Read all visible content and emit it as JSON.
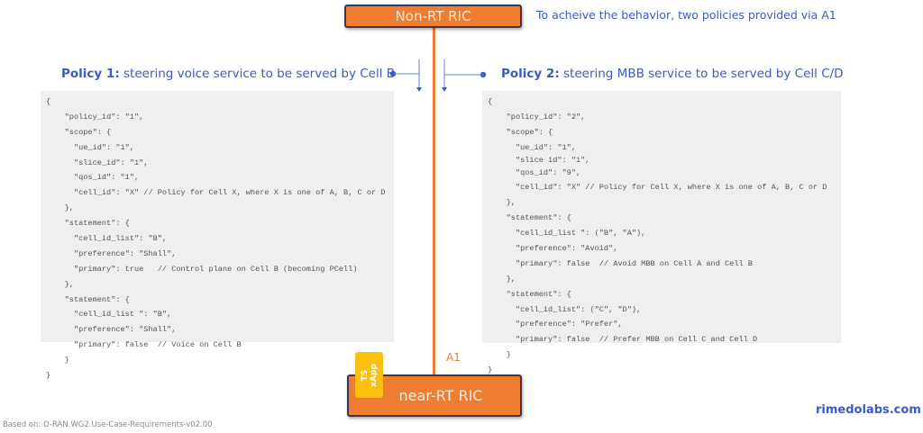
{
  "nodes": {
    "non_rt_ric": "Non-RT RIC",
    "near_rt_ric": "near-RT RIC",
    "xapp": {
      "line1": "TS",
      "line2": "xApp"
    },
    "interface_label": "A1"
  },
  "header_note": "To acheive the behavior, two policies provided via A1",
  "policies": [
    {
      "title_bold": "Policy 1:",
      "title_rest": " steering voice service to be served by Cell B",
      "code_lines": [
        "{",
        "    \"policy_id\": \"1\",",
        "    \"scope\": {",
        "      \"ue_id\": \"1\",",
        "      \"slice_id\": \"1\",",
        "      \"qos_id\": \"1\",",
        "      \"cell_id\": \"X\" // Policy for Cell X, where X is one of A, B, C or D",
        "    },",
        "    \"statement\": {",
        "      \"cell_id_list\": \"B\",",
        "      \"preference\": \"Shall\",",
        "      \"primary\": true   // Control plane on Cell B (becoming PCell)",
        "    },",
        "    \"statement\": {",
        "      \"cell_id_list \": \"B\",",
        "      \"preference\": \"Shall\",",
        "      \"primary\": false  // Voice on Cell B",
        "    }",
        "}"
      ]
    },
    {
      "title_bold": "Policy 2:",
      "title_rest": " steering MBB service to be served by Cell C/D",
      "code_lines": [
        "{",
        "    \"policy_id\": \"2\",",
        "    \"scope\": {",
        "      \"ue_id\": \"1\",",
        "      \"slice id\": \"1\",",
        "      \"qos_id\": \"9\",",
        "      \"cell_id\": \"X\" // Policy for Cell X, where X is one of A, B, C or D",
        "    },",
        "    \"statement\": {",
        "      \"cell_id_list \": (\"B\", \"A\"),",
        "      \"preference\": \"Avoid\",",
        "      \"primary\": false  // Avoid MBB on Cell A and Cell B",
        "    },",
        "    \"statement\": {",
        "      \"cell_id_list\": (\"C\", \"D\"),",
        "      \"preference\": \"Prefer\",",
        "      \"primary\": false  // Prefer MBB on Cell C and Cell D",
        "    }",
        "}"
      ]
    }
  ],
  "footer": {
    "source": "Based on: O-RAN.WG2.Use-Case-Requirements-v02.00",
    "brand": "rimedolabs.com"
  },
  "colors": {
    "ric_orange": "#ee7d31",
    "xapp_yellow": "#fbbf0f",
    "accent_blue": "#3d5ac4",
    "code_bg": "#efefef"
  }
}
